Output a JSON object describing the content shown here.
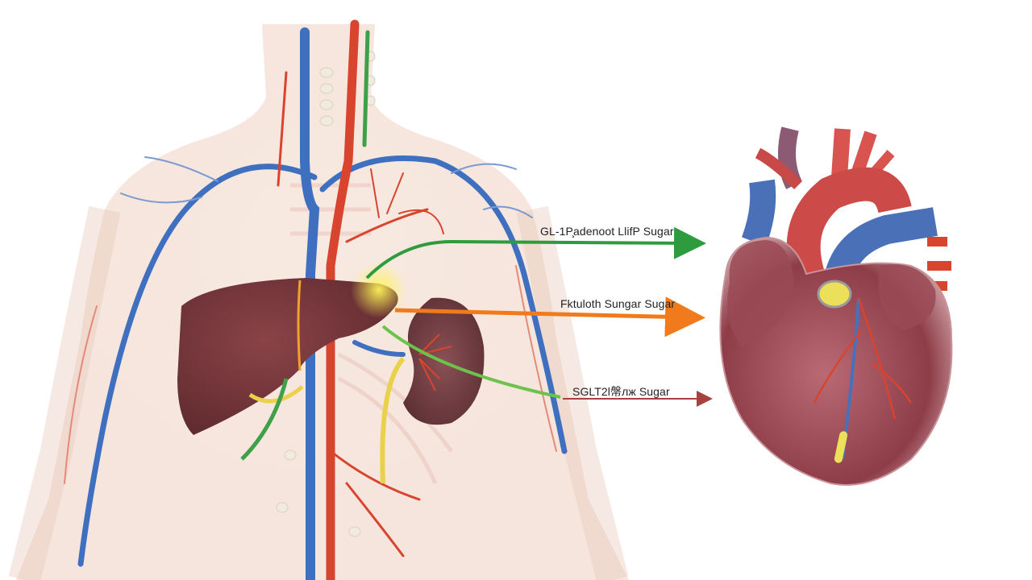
{
  "diagram": {
    "type": "anatomical-illustration",
    "style": "watercolor",
    "subjects": [
      "human-torso",
      "liver",
      "kidney",
      "heart"
    ],
    "arrows": [
      {
        "label": "GL-1P̧adenoot LlifP Sugar",
        "color": "#2e9b3e",
        "from": "liver",
        "to": "heart"
      },
      {
        "label": "Fktuloth Sungar Sugar",
        "color": "#f07a1c",
        "from": "liver",
        "to": "heart"
      },
      {
        "label": "SGLT2l幋лж Sugar",
        "color": "#a8423e",
        "from": "kidney",
        "to": "heart"
      }
    ]
  },
  "colors": {
    "background": "#ffffff",
    "skin": "#f3dcd0",
    "vein": "#3f6fbf",
    "artery": "#d9442e",
    "organ": "#7a3338",
    "heart_muscle": "#9c4a55",
    "bile": "#e9d24a"
  }
}
